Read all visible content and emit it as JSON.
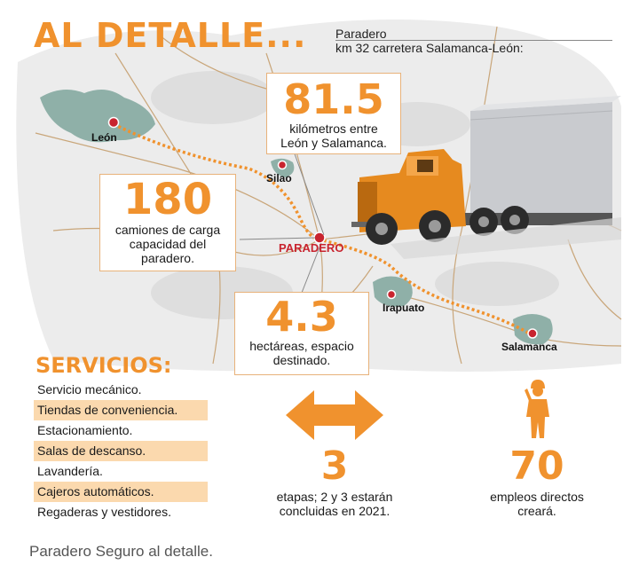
{
  "header": {
    "title": "AL DETALLE...",
    "subtitle_line1": "Paradero",
    "subtitle_line2": "km 32 carretera Salamanca-León:"
  },
  "map": {
    "cities": [
      {
        "name": "León"
      },
      {
        "name": "Silao"
      },
      {
        "name": "Irapuato"
      },
      {
        "name": "Salamanca"
      }
    ],
    "highlight": "PARADERO",
    "colors": {
      "accent": "#f0922e",
      "marker": "#c8242f",
      "city_area": "#8fb0a8"
    }
  },
  "stats": {
    "distance": {
      "value": "81.5",
      "description": "kilómetros entre León y Salamanca."
    },
    "trucks": {
      "value": "180",
      "description": "camiones de carga capacidad del paradero."
    },
    "area": {
      "value": "4.3",
      "description": "hectáreas, espacio destinado."
    },
    "stages": {
      "value": "3",
      "description": "etapas; 2 y 3 estarán concluidas en 2021.",
      "icon": "double-arrow-icon"
    },
    "jobs": {
      "value": "70",
      "description": "empleos directos creará.",
      "icon": "worker-icon"
    }
  },
  "services": {
    "title": "SERVICIOS:",
    "items": [
      {
        "label": "Servicio mecánico."
      },
      {
        "label": "Tiendas de conveniencia."
      },
      {
        "label": "Estacionamiento."
      },
      {
        "label": "Salas de descanso."
      },
      {
        "label": "Lavandería."
      },
      {
        "label": "Cajeros automáticos."
      },
      {
        "label": "Regaderas y vestidores."
      }
    ]
  },
  "caption": "Paradero Seguro al detalle."
}
